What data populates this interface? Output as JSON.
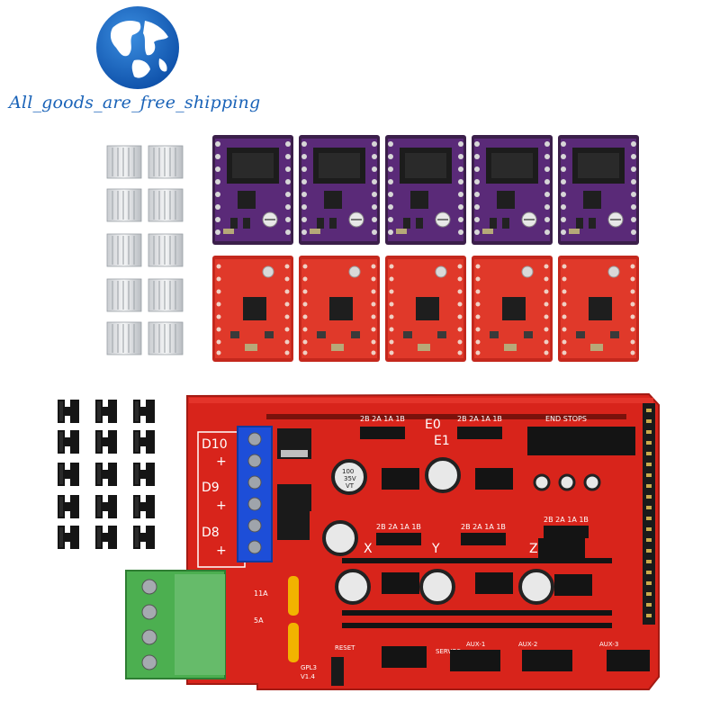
{
  "brand": {
    "tagline": "All_goods_are_free_shipping"
  },
  "board_labels": {
    "d10": "D10",
    "d9": "D9",
    "d8": "D8",
    "e0": "E0",
    "e1": "E1",
    "x": "X",
    "y": "Y",
    "z": "Z",
    "end_stops": "END STOPS",
    "aux1": "AUX-1",
    "aux2": "AUX-2",
    "aux3": "AUX-3",
    "reset": "RESET",
    "servos": "SERVOS",
    "cap_top": "100",
    "cap_mid": "35V",
    "cap_bot": "VT",
    "fuse_11a": "11A",
    "fuse_5a": "5A",
    "version": "V1.4",
    "gpl": "GPL3",
    "pin_labels": "2B 2A 1A 1B"
  }
}
